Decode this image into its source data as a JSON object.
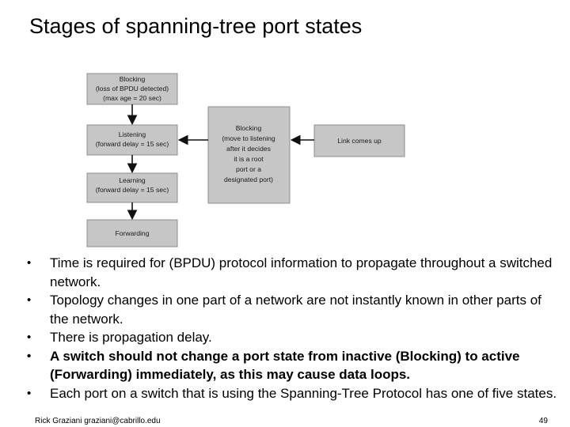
{
  "title": "Stages of spanning-tree port states",
  "diagram": {
    "blocking_main": [
      "Blocking",
      "(loss of BPDU detected)",
      "(max age = 20 sec)"
    ],
    "listening": [
      "Listening",
      "(forward delay = 15 sec)"
    ],
    "learning": [
      "Learning",
      "(forward delay = 15 sec)"
    ],
    "forwarding": [
      "Forwarding"
    ],
    "blocking_side": [
      "Blocking",
      "(move to listening",
      "after it decides",
      "it is a root",
      "port or a",
      "designated port)"
    ],
    "link_up": [
      "Link comes up"
    ],
    "colors": {
      "box_fill": "#c6c6c6",
      "box_stroke": "#8f8f8f",
      "arrow": "#111111"
    }
  },
  "bullets": [
    {
      "text": "Time is required for (BPDU) protocol information to propagate throughout a switched network.",
      "bold": false
    },
    {
      "text": "Topology changes in one part of a network are not instantly known in other parts of the network.",
      "bold": false
    },
    {
      "text": "There is propagation delay.",
      "bold": false
    },
    {
      "text": "A switch should not change a port state from inactive (Blocking) to active (Forwarding) immediately, as this may cause data loops.",
      "bold": true
    },
    {
      "text": "Each port on a switch that is using the Spanning-Tree Protocol has one of five states.",
      "bold": false
    }
  ],
  "footer": "Rick Graziani graziani@cabrillo.edu",
  "page_number": "49"
}
